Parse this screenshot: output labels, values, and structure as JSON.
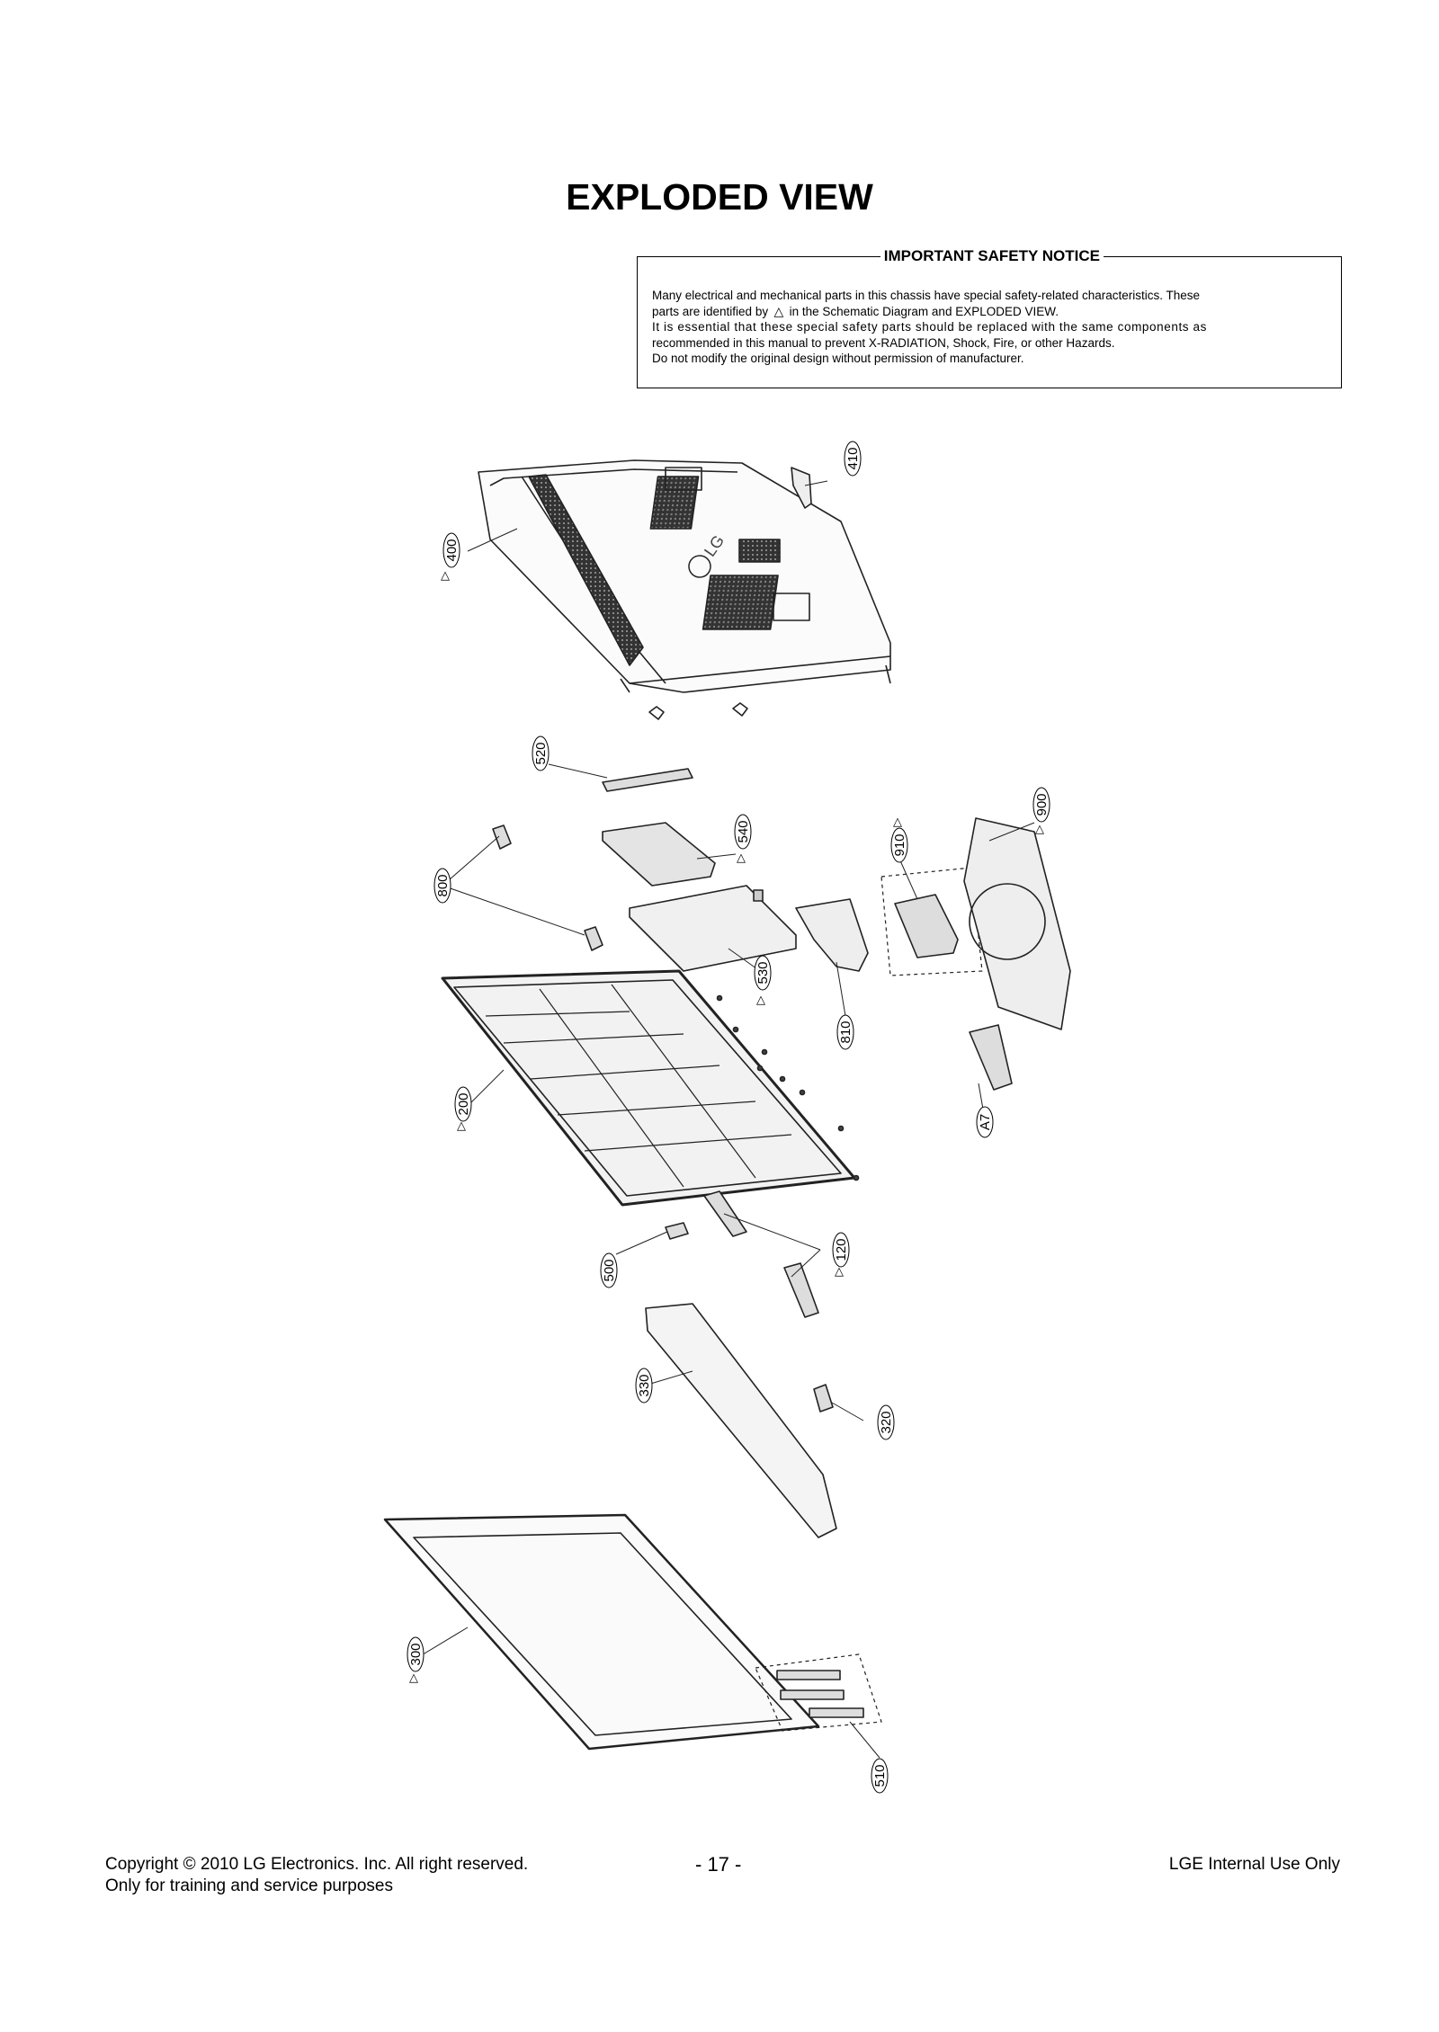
{
  "title": "EXPLODED VIEW",
  "notice": {
    "heading": "IMPORTANT SAFETY NOTICE",
    "line1a": "Many electrical and mechanical parts in this chassis have special safety-related characteristics. These",
    "line2a": "parts are identified by",
    "line2b": "in the Schematic Diagram and EXPLODED VIEW.",
    "line3": "It is essential that these special safety parts should be replaced with the same components as",
    "line4": "recommended in this manual to prevent X-RADIATION, Shock, Fire, or other Hazards.",
    "line5": "Do not modify the original design without permission of manufacturer."
  },
  "parts": {
    "p410": "410",
    "p400": "400",
    "p520": "520",
    "p540": "540",
    "p910": "910",
    "p900": "900",
    "p800": "800",
    "p530": "530",
    "p810": "810",
    "p200": "200",
    "pA7": "A7",
    "p500": "500",
    "p120": "120",
    "p330": "330",
    "p320": "320",
    "p300": "300",
    "p510": "510",
    "logo": "LG"
  },
  "footer": {
    "copyright": "Copyright © 2010 LG Electronics. Inc. All right reserved.",
    "purpose": "Only for training and service purposes",
    "page": "- 17 -",
    "internal": "LGE Internal Use Only"
  }
}
